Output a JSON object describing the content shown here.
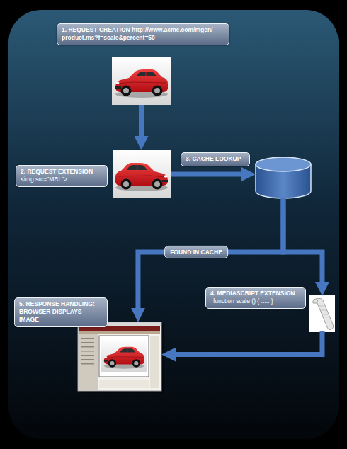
{
  "diagram": {
    "nodes": [
      {
        "text": [
          "1. REQUEST CREATION http://www.acme.com/mgen/ product.ms?f=scale&percent=50"
        ]
      },
      {
        "text": [
          "2. REQUEST EXTENSION",
          "<img src=\"MRL\">"
        ]
      },
      {
        "text": [
          "3. CACHE LOOKUP"
        ]
      },
      {
        "text": [
          "4. MEDIASCRIPT EXTENSION",
          "function scale () { ..... }"
        ]
      },
      {
        "text": [
          "5. RESPONSE HANDLING: BROWSER DISPLAYS IMAGE"
        ]
      }
    ],
    "edges": [
      {
        "from": 0,
        "to": 1,
        "arrow": "to"
      },
      {
        "from": 1,
        "to": 2,
        "arrow": "to"
      },
      {
        "from": 2,
        "to": 4,
        "label": "FOUND IN CACHE",
        "arrow": "to"
      },
      {
        "from": 2,
        "to": 3,
        "arrow": "to"
      },
      {
        "from": 3,
        "to": 4,
        "arrow": "to"
      }
    ]
  }
}
